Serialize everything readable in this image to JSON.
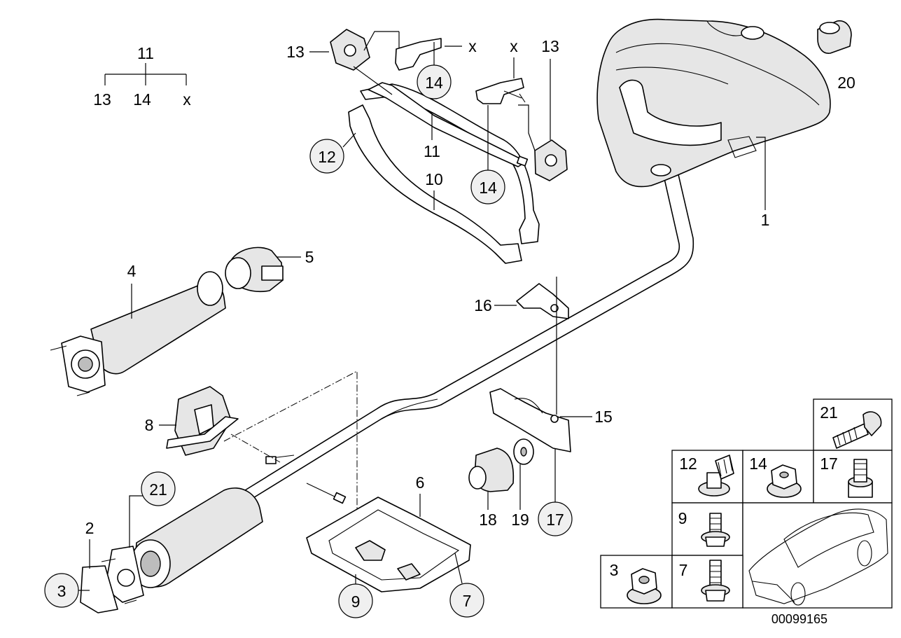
{
  "labels": {
    "l1": "1",
    "l2": "2",
    "l3": "3",
    "l4": "4",
    "l5": "5",
    "l6": "6",
    "l7": "7",
    "l8": "8",
    "l9": "9",
    "l10": "10",
    "l11": "11",
    "l12": "12",
    "l13": "13",
    "l14": "14",
    "l15": "15",
    "l16": "16",
    "l17": "17",
    "l18": "18",
    "l19": "19",
    "l20": "20",
    "l21": "21",
    "x": "x"
  },
  "legend": {
    "top": "11",
    "left": "13",
    "mid": "14",
    "right": "x"
  },
  "hardware_grid": {
    "c21": "21",
    "c12": "12",
    "c14": "14",
    "c17": "17",
    "c9": "9",
    "c3": "3",
    "c7": "7"
  },
  "diagram_id": "00099165"
}
